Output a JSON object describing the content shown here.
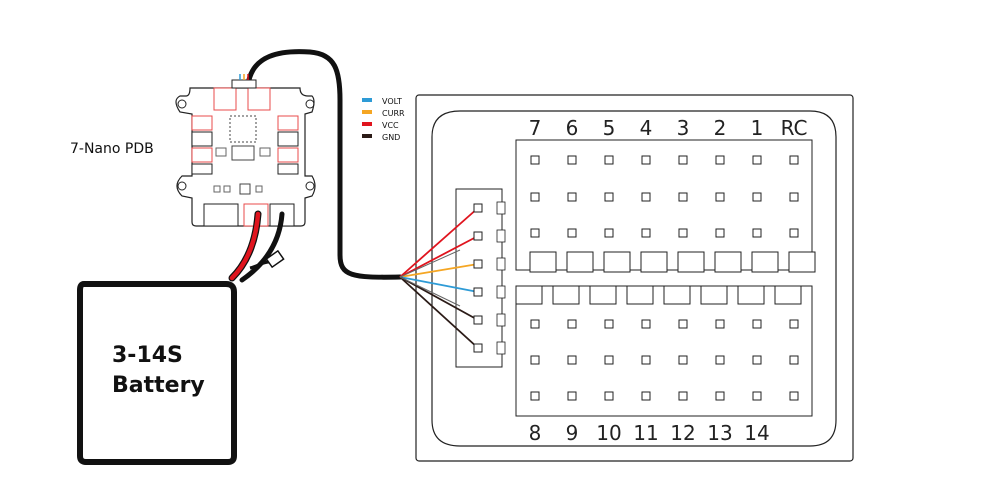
{
  "pdb": {
    "label": "7-Nano PDB"
  },
  "battery": {
    "line1": "3-14S",
    "line2": "Battery"
  },
  "legend": [
    {
      "label": "VOLT",
      "color": "#2e9bd6"
    },
    {
      "label": "CURR",
      "color": "#f5a623"
    },
    {
      "label": "VCC",
      "color": "#e0141e"
    },
    {
      "label": "GND",
      "color": "#2b1b17"
    }
  ],
  "fc": {
    "top_labels": [
      "7",
      "6",
      "5",
      "4",
      "3",
      "2",
      "1",
      "RC"
    ],
    "bottom_labels": [
      "8",
      "9",
      "10",
      "11",
      "12",
      "13",
      "14"
    ]
  },
  "colors": {
    "red": "#e0141e",
    "pdb_pad": "#e84b4b",
    "stroke": "#222222",
    "wire": "#111111"
  }
}
